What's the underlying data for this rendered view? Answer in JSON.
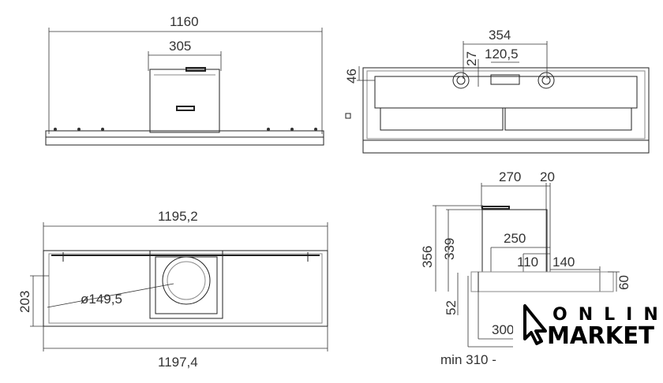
{
  "views": {
    "front": {
      "width": "1160",
      "motor_width": "305"
    },
    "bottom": {
      "holes_distance": "354",
      "vent_width": "120,5",
      "vent_offset": "27",
      "hole_offset": "46"
    },
    "rear": {
      "top_width": "1195,2",
      "height": "203",
      "duct_diameter": "ø149,5",
      "bottom_width": "1197,4"
    },
    "side": {
      "depth": "270",
      "gap": "20",
      "total_height": "356",
      "body_height": "339",
      "inner_depth": "250",
      "duct_offset": "110",
      "front_depth": "140",
      "front_height": "60",
      "plate_height": "52",
      "min_depth": "300",
      "cabinet_depth": "min 310 -"
    }
  },
  "logo": {
    "line1": "ONLINE",
    "line2": "MARKET"
  }
}
